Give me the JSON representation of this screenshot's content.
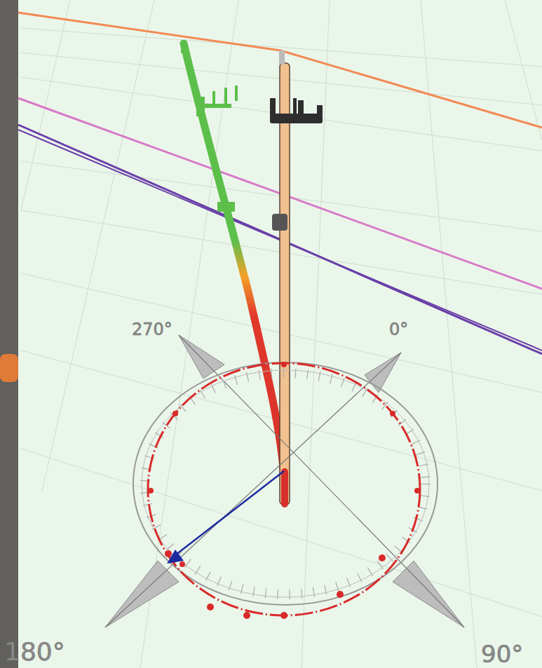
{
  "diagram": {
    "labels": [
      "270°",
      "0°",
      "180°",
      "90°"
    ]
  }
}
